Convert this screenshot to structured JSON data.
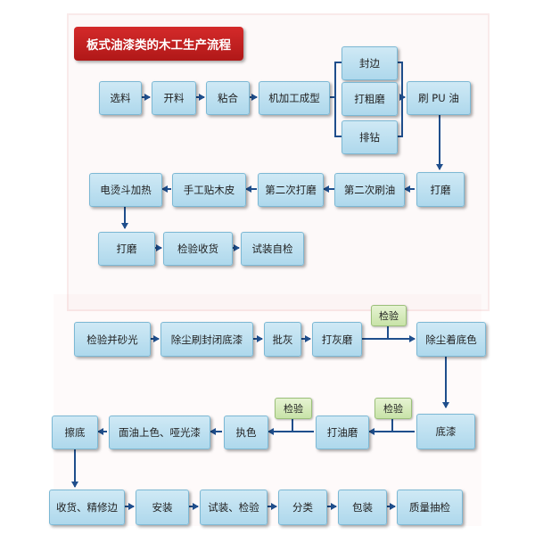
{
  "title": "板式油漆类的木工生产流程",
  "section1": {
    "select": "选料",
    "cut": "开料",
    "glue": "粘合",
    "machining": "机加工成型",
    "seal_edge": "封边",
    "rough_sand": "打粗磨",
    "drill": "排钻",
    "pu_oil": "刷 PU 油",
    "sand": "打磨",
    "second_oil": "第二次刷油",
    "second_sand": "第二次打磨",
    "veneer": "手工贴木皮",
    "hot_press": "电烫斗加热",
    "sand2": "打磨",
    "inspect_receive": "检验收货",
    "trial_check": "试装自检"
  },
  "section2": {
    "inspect_polish": "检验并砂光",
    "dust_seal": "除尘刷封闭底漆",
    "putty": "批灰",
    "sand_putty": "打灰磨",
    "dust_primer": "除尘着底色",
    "primer": "底漆",
    "sand_oil": "打油磨",
    "touch_color": "执色",
    "top_coat": "面油上色、哑光漆",
    "wipe": "擦底",
    "receive_trim": "收货、精修边",
    "install": "安装",
    "trial_inspect": "试装、检验",
    "classify": "分类",
    "pack": "包装",
    "quality": "质量抽检",
    "check1": "检验",
    "check2": "检验",
    "check3": "检验"
  }
}
